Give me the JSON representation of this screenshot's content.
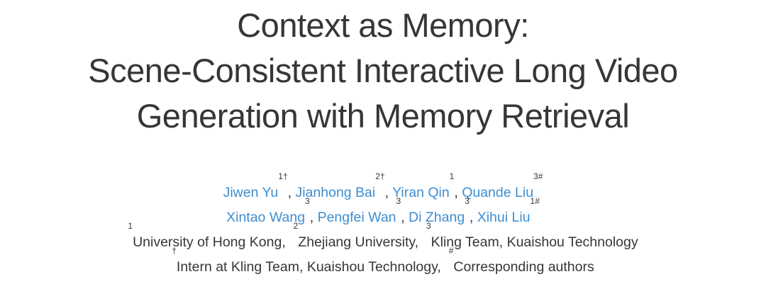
{
  "title": {
    "line1": "Context as Memory:",
    "line2": "Scene-Consistent Interactive Long Video",
    "line3": "Generation with Memory Retrieval"
  },
  "authors": [
    {
      "name": "Jiwen Yu",
      "sup": "1†"
    },
    {
      "name": "Jianhong Bai",
      "sup": "2†"
    },
    {
      "name": "Yiran Qin",
      "sup": "1"
    },
    {
      "name": "Quande Liu",
      "sup": "3#"
    },
    {
      "name": "Xintao Wang",
      "sup": "3"
    },
    {
      "name": "Pengfei Wan",
      "sup": "3"
    },
    {
      "name": "Di Zhang",
      "sup": "3"
    },
    {
      "name": "Xihui Liu",
      "sup": "1#"
    }
  ],
  "separator": ",",
  "affiliations": [
    {
      "sup": "1",
      "text": "University of Hong Kong,"
    },
    {
      "sup": "2",
      "text": "Zhejiang University,"
    },
    {
      "sup": "3",
      "text": "Kling Team, Kuaishou Technology"
    }
  ],
  "notes": [
    {
      "sup": "†",
      "text": "Intern at Kling Team, Kuaishou Technology,"
    },
    {
      "sup": "#",
      "text": "Corresponding authors"
    }
  ],
  "colors": {
    "author_link": "#3e8ed0",
    "text": "#363636",
    "background": "#ffffff"
  }
}
